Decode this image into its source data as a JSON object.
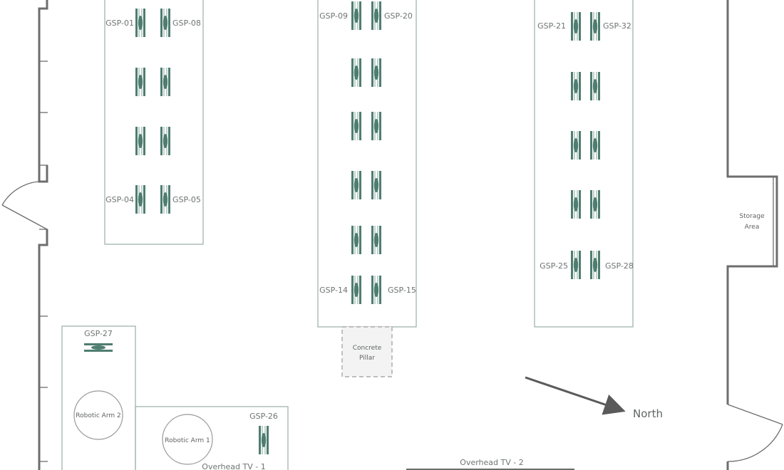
{
  "colors": {
    "station": "#4f7d70",
    "station_light": "#7fa69b",
    "wall": "#6d6d6d",
    "zone_border": "#9aaea7"
  },
  "labels": {
    "gsp01": "GSP-01",
    "gsp08": "GSP-08",
    "gsp04": "GSP-04",
    "gsp05": "GSP-05",
    "gsp09": "GSP-09",
    "gsp20": "GSP-20",
    "gsp14": "GSP-14",
    "gsp15": "GSP-15",
    "gsp21": "GSP-21",
    "gsp32": "GSP-32",
    "gsp25": "GSP-25",
    "gsp28": "GSP-28",
    "gsp27": "GSP-27",
    "gsp26": "GSP-26"
  },
  "areas": {
    "storage_line1": "Storage",
    "storage_line2": "Area",
    "pillar_line1": "Concrete",
    "pillar_line2": "Pillar",
    "robotic_arm_1": "Robotic Arm 1",
    "robotic_arm_2": "Robotic Arm 2",
    "overhead_tv_1": "Overhead TV - 1",
    "overhead_tv_2": "Overhead TV - 2",
    "north": "North"
  }
}
